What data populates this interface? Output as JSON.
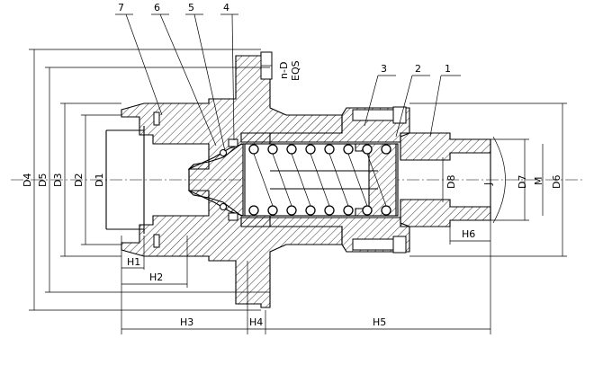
{
  "part_labels": [
    "1",
    "2",
    "3",
    "4",
    "5",
    "6",
    "7"
  ],
  "dimension_labels": {
    "d4": "D4",
    "d5": "D5",
    "d3": "D3",
    "d2": "D2",
    "d1": "D1",
    "d8": "D8",
    "d7": "D7",
    "d6": "D6",
    "m": "M",
    "j": "J",
    "h1": "H1",
    "h2": "H2",
    "h3": "H3",
    "h4": "H4",
    "h5": "H5",
    "h6": "H6",
    "nd": "n-D",
    "eqs": "EQS"
  }
}
